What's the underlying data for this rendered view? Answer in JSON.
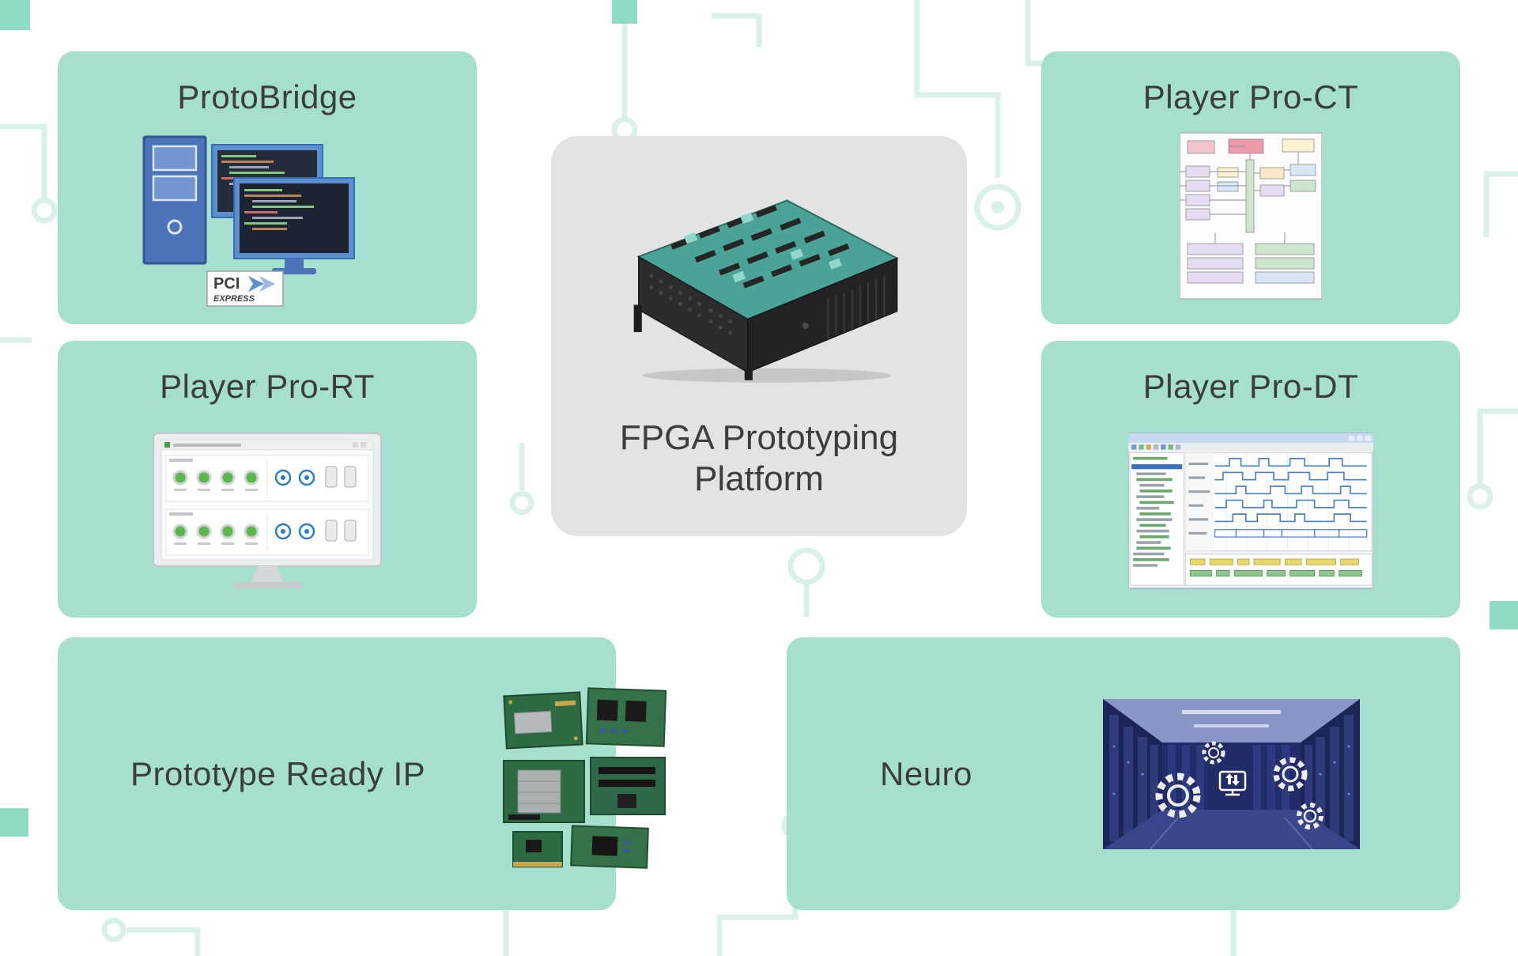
{
  "center": {
    "title": "FPGA Prototyping\nPlatform"
  },
  "cards": [
    {
      "id": "protobridge",
      "label": "ProtoBridge"
    },
    {
      "id": "player-pro-ct",
      "label": "Player Pro-CT"
    },
    {
      "id": "player-pro-rt",
      "label": "Player Pro-RT"
    },
    {
      "id": "player-pro-dt",
      "label": "Player Pro-DT"
    },
    {
      "id": "prototype-ready-ip",
      "label": "Prototype Ready IP"
    },
    {
      "id": "neuro",
      "label": "Neuro"
    }
  ],
  "protobridge_logo": {
    "line1": "PCI",
    "line2": "EXPRESS"
  },
  "colors": {
    "card_bg": "#a5dfcd",
    "center_bg": "#e3e3e3",
    "text": "#3d3d3d",
    "trace": "#d9f1e9",
    "trace_accent": "#8edcc5"
  }
}
